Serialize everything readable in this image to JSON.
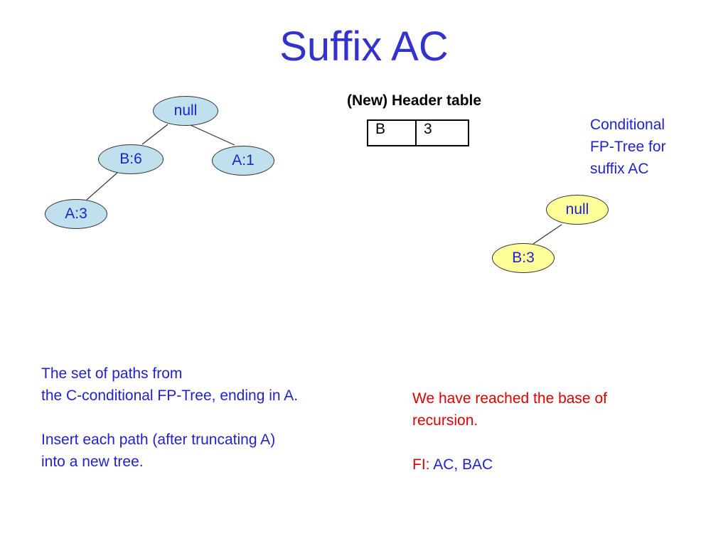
{
  "title": "Suffix AC",
  "left_tree": {
    "root": "null",
    "nodes": [
      "B:6",
      "A:1",
      "A:3"
    ]
  },
  "header_table": {
    "title": "(New) Header table",
    "rows": [
      {
        "item": "B",
        "count": "3"
      }
    ]
  },
  "conditional_tree": {
    "label_lines": [
      "Conditional",
      "FP-Tree for",
      "suffix AC"
    ],
    "root": "null",
    "nodes": [
      "B:3"
    ]
  },
  "paths_text": {
    "lines": [
      "The set of paths from",
      "the C-conditional FP-Tree, ending in A.",
      "",
      "Insert each path (after truncating A)",
      "into a new tree."
    ]
  },
  "result_text": {
    "lines": [
      "We have reached the base of",
      "recursion."
    ],
    "fi_label": "FI:",
    "fi_value": "AC, BAC"
  },
  "colors": {
    "title": "#3333cc",
    "text_blue": "#2222cc",
    "text_red": "#dd0000",
    "node_blue": "#bfe0ec",
    "node_yellow": "#ffff99"
  }
}
